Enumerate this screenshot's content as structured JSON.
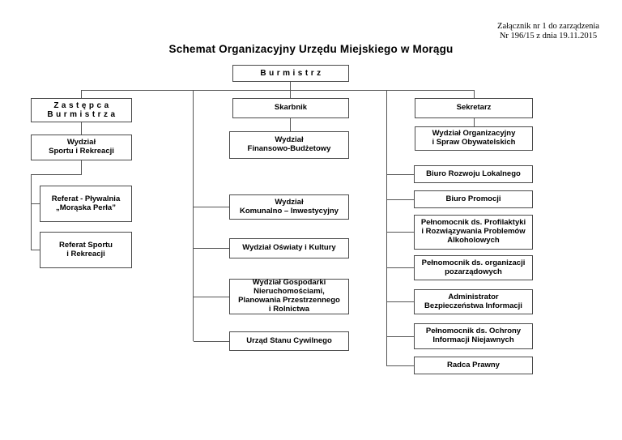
{
  "header": {
    "attachment_line1": "Załącznik nr 1 do zarządzenia",
    "attachment_line2": "Nr 196/15 z dnia 19.11.2015",
    "title": "Schemat Organizacyjny Urzędu Miejskiego w Morągu"
  },
  "org": {
    "burmistrz": "Burmistrz",
    "left": {
      "zastepca": "Zastępca\nBurmistrza",
      "wydzial_sportu": "Wydział\nSportu i Rekreacji",
      "referat_plywalnia": "Referat - Pływalnia\n„Morąska Perła”",
      "referat_sportu": "Referat Sportu\ni Rekreacji"
    },
    "middle": {
      "skarbnik": "Skarbnik",
      "wydzial_finansowo": "Wydział\nFinansowo-Budżetowy",
      "wydzial_komunalno": "Wydział\nKomunalno – Inwestycyjny",
      "wydzial_oswiaty": "Wydział Oświaty i Kultury",
      "wydzial_gospodarki": "Wydział Gospodarki\nNieruchomościami,\nPlanowania Przestrzennego\ni Rolnictwa",
      "urzad_stanu": "Urząd Stanu Cywilnego"
    },
    "right": {
      "sekretarz": "Sekretarz",
      "wydzial_organizacyjny": "Wydział Organizacyjny\ni Spraw Obywatelskich",
      "biuro_rozwoju": "Biuro Rozwoju Lokalnego",
      "biuro_promocji": "Biuro Promocji",
      "pelnomocnik_profilaktyki": "Pełnomocnik ds. Profilaktyki\ni Rozwiązywania Problemów\nAlkoholowych",
      "pelnomocnik_organizacji": "Pełnomocnik ds. organizacji\npozarządowych",
      "administrator_bezpieczenstwa": "Administrator\nBezpieczeństwa Informacji",
      "pelnomocnik_ochrony": "Pełnomocnik ds. Ochrony\nInformacji Niejawnych",
      "radca_prawny": "Radca Prawny"
    }
  },
  "colors": {
    "background": "#ffffff",
    "box_border": "#4a4a4a",
    "connector": "#555555",
    "text": "#000000"
  }
}
